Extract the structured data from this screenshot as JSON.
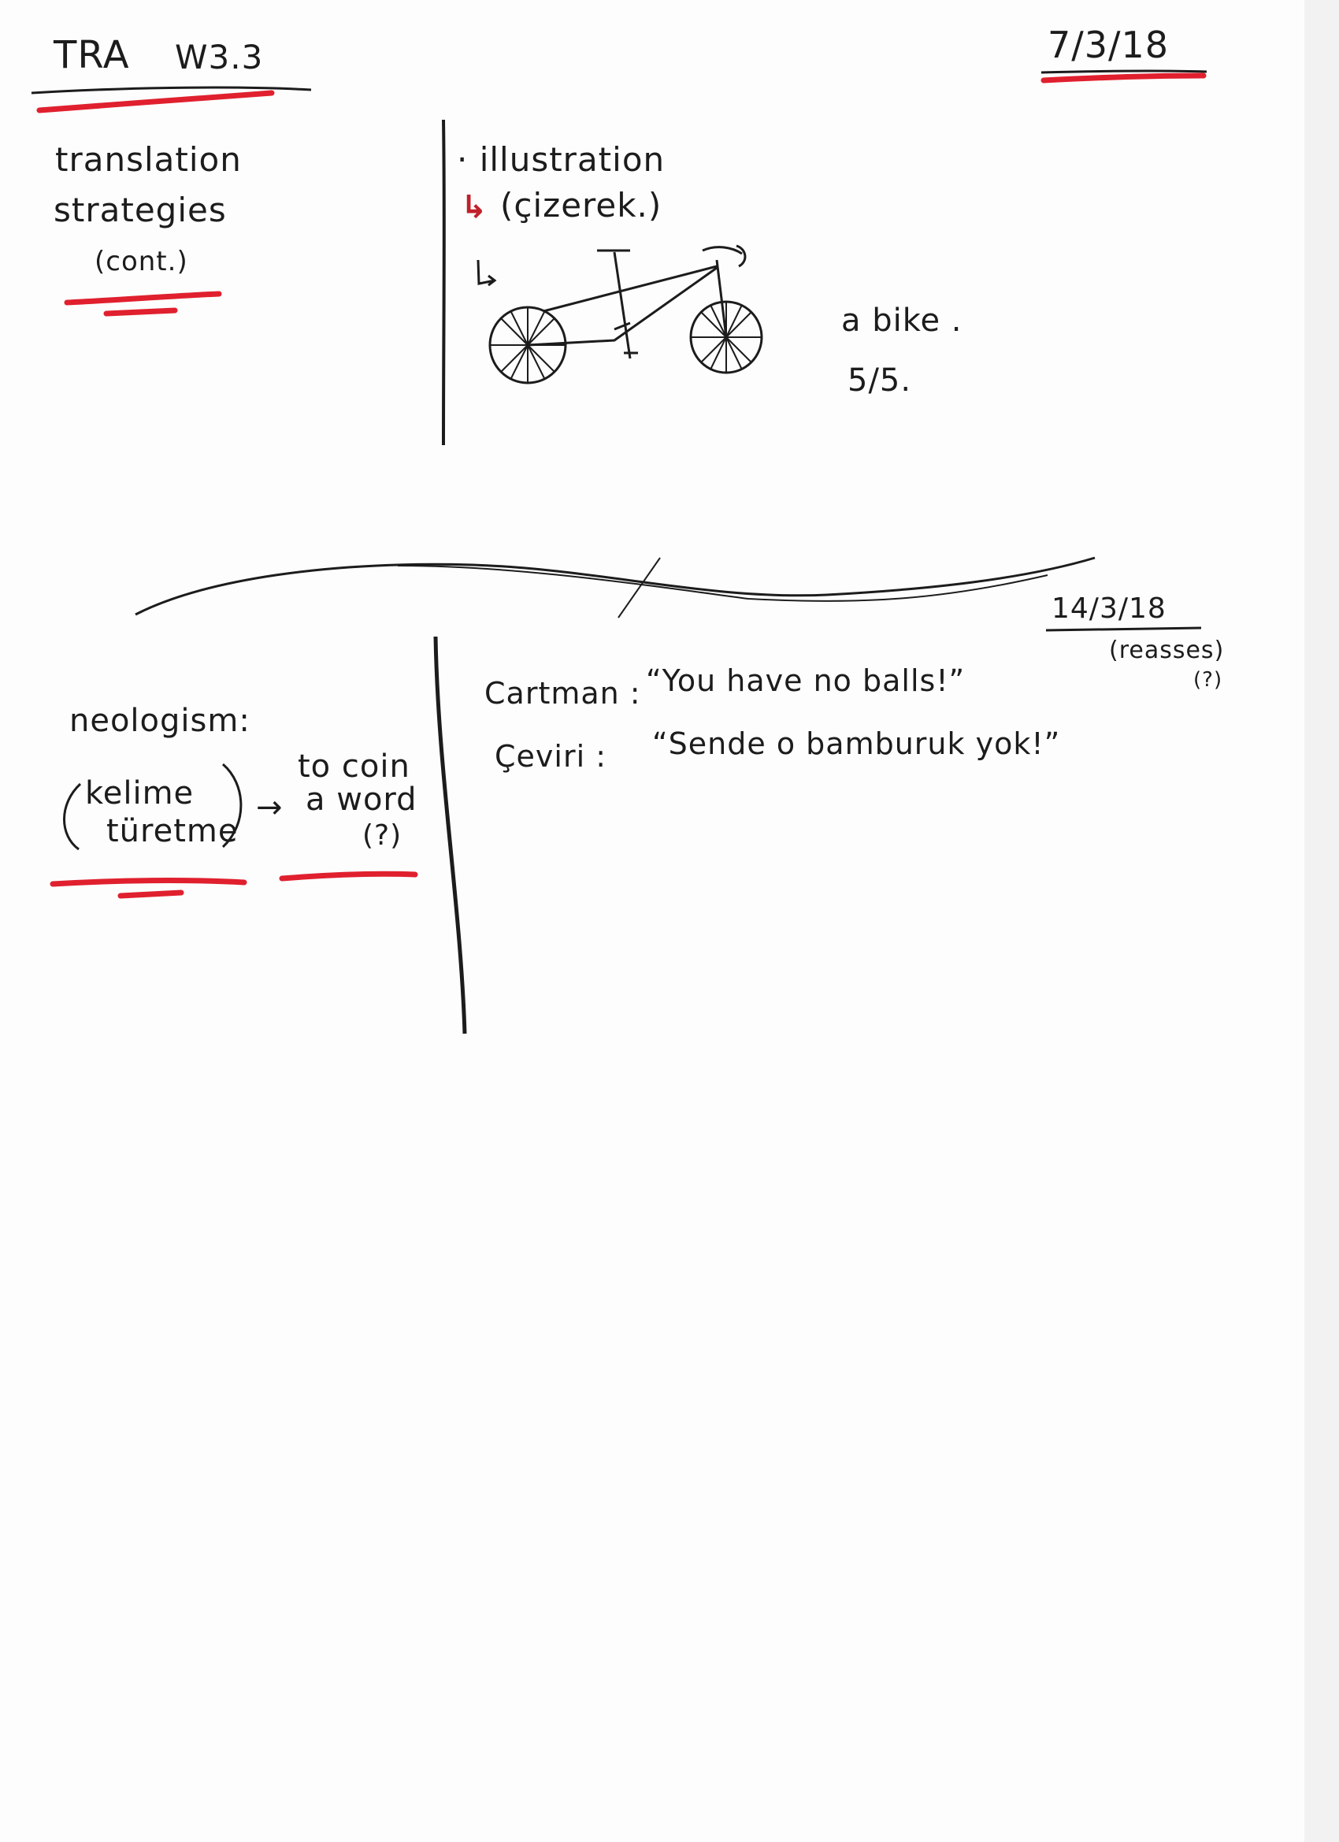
{
  "page": {
    "header": {
      "course": "TRA",
      "week": "W3.3",
      "date": "7/3/18"
    },
    "section1": {
      "topic_line1": "translation",
      "topic_line2": "strategies",
      "topic_line3": "(cont.)",
      "bullet": "· illustration",
      "arrow_glyph": "↳",
      "turkish": "(çizerek.)",
      "sub_arrow": "↳",
      "caption": "a bike .",
      "score": "5/5."
    },
    "section2": {
      "date": "14/3/18",
      "note": "(reasses)",
      "note_q": "(?)",
      "term": "neologism:",
      "turkish_line1": "kelime",
      "turkish_line2": "türetme",
      "arrow": "→",
      "gloss_line1": "to coin",
      "gloss_line2": "a word",
      "gloss_q": "(?)",
      "quote1_speaker": "Cartman :",
      "quote1_text": "“You have no balls!”",
      "quote2_speaker": "Çeviri :",
      "quote2_text": "“Sende o bamburuk yok!”"
    },
    "colors": {
      "ink": "#1c1c1c",
      "accent_red": "#e0202e"
    },
    "icons": [
      "bicycle-drawing",
      "return-arrow-icon"
    ]
  }
}
